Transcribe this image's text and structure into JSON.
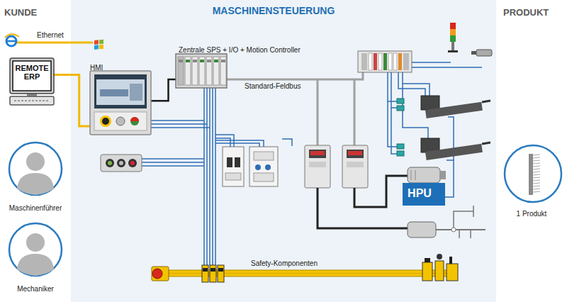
{
  "diagram": {
    "nodes": [
      {
        "text": [
          "KUNDE"
        ]
      },
      {
        "text": [
          "MASCHINENSTEUERUNG"
        ]
      },
      {
        "text": [
          "PRODUKT"
        ]
      },
      {
        "text": [
          "REMOTE ERP"
        ],
        "in": 0
      },
      {
        "text": [
          "Maschinenführer"
        ],
        "in": 0
      },
      {
        "text": [
          "Mechaniker"
        ],
        "in": 0
      },
      {
        "text": [
          "HMI"
        ],
        "in": 1
      },
      {
        "text": [
          "Zentrale SPS + I/O + Motion Controller"
        ],
        "in": 1
      },
      {
        "text": [
          "HPU"
        ],
        "in": 1
      },
      {
        "text": [
          "1 Produkt"
        ],
        "in": 2
      }
    ],
    "edges": [
      {
        "from": 3,
        "to": 6,
        "arrow": "none"
      },
      {
        "from": 6,
        "to": 7,
        "arrow": "none"
      }
    ],
    "labels": [
      "Ethernet",
      "Standard-Feldbus",
      "Safety-Komponenten"
    ]
  }
}
